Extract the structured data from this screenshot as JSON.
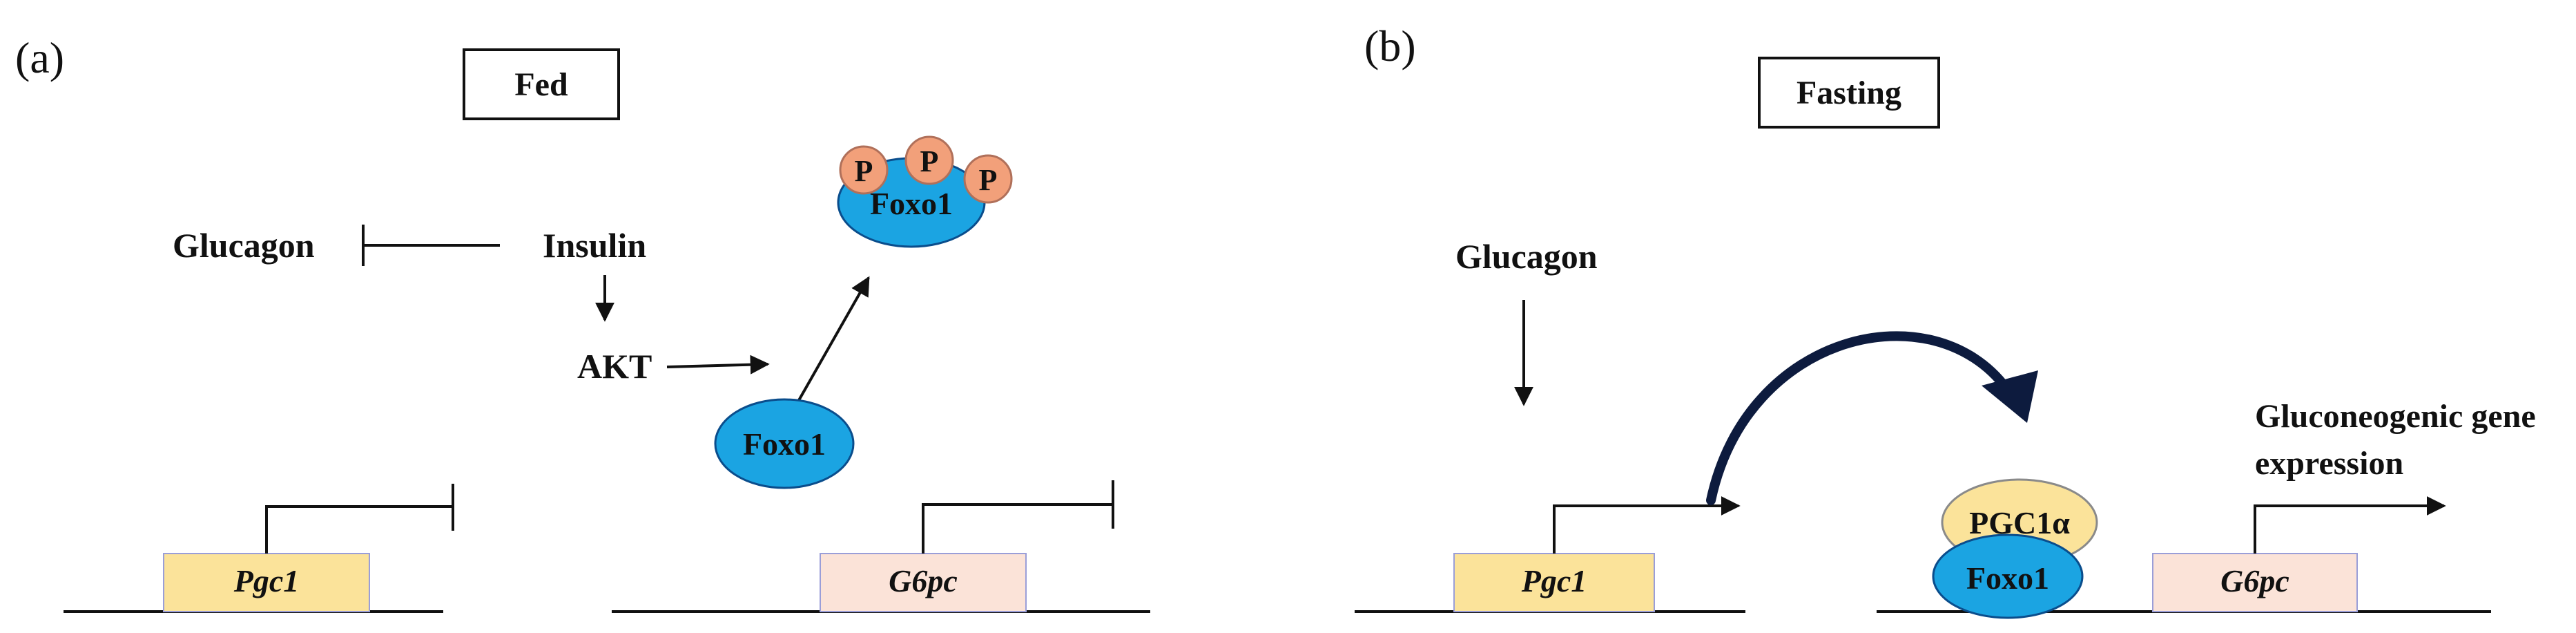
{
  "panel_a": {
    "letter": "(a)",
    "condition": "Fed",
    "glucagon": "Glucagon",
    "insulin": "Insulin",
    "akt": "AKT",
    "foxo1_phos": "Foxo1",
    "foxo1": "Foxo1",
    "phospho_label": "P",
    "pgc1_gene": "Pgc1",
    "g6pc_gene": "G6pc"
  },
  "panel_b": {
    "letter": "(b)",
    "condition": "Fasting",
    "glucagon": "Glucagon",
    "pgc1a": "PGC1α",
    "foxo1": "Foxo1",
    "output_line1": "Gluconeogenic gene",
    "output_line2": "expression",
    "pgc1_gene": "Pgc1",
    "g6pc_gene": "G6pc"
  },
  "colors": {
    "foxo1_fill": "#1ba4e2",
    "phospho_fill": "#f2a07a",
    "pgc1_box": "#fbe39a",
    "g6pc_box": "#fbe3d8",
    "pgc1a_fill": "#fbe39a",
    "curved_arrow": "#0d1b3e"
  }
}
